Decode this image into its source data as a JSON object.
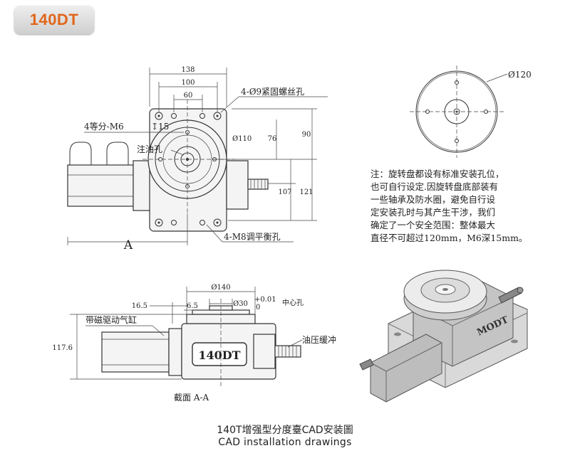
{
  "badge": {
    "model": "140DT"
  },
  "top_view": {
    "dims": {
      "d138": "138",
      "d100": "100",
      "d60": "60",
      "d90": "90",
      "d76": "76",
      "d107": "107",
      "d121": "121",
      "dia110": "Ø110"
    },
    "labels": {
      "holes_fix": "4-Ø9紧固螺丝孔",
      "thread_m6": "4等分-M6",
      "depth_15": "15",
      "oil_inlet": "注油孔",
      "holes_level": "4-M8调平衡孔",
      "letter_a": "A"
    }
  },
  "disk_view": {
    "dia120": "Ø120"
  },
  "note": {
    "lines": [
      "注：旋转盘都设有标准安装孔位，",
      "也可自行设定.因旋转盘底部装有",
      "一些轴承及防水圈，避免自行设",
      "定安装孔时与其产生干涉，我们",
      "确定了一个安全范围：整体最大",
      "直径不可超过120mm，M6深15mm。"
    ]
  },
  "section_view": {
    "dims": {
      "d16_5": "16.5",
      "d6_5": "6.5",
      "dia140": "Ø140",
      "dia30": "Ø30",
      "tol_plus": "+0.01",
      "tol_zero": "0",
      "d117_6": "117.6"
    },
    "labels": {
      "center_hole": "中心孔",
      "magnetic_cylinder": "带磁驱动气缸",
      "hydraulic_buffer": "油压缓冲",
      "section_aa": "截面  A-A",
      "body_mark": "140DT"
    }
  },
  "photo": {
    "body_mark": "MODT"
  },
  "caption": {
    "zh": "140T增强型分度臺CAD安装圖",
    "en": "CAD installation drawings"
  }
}
